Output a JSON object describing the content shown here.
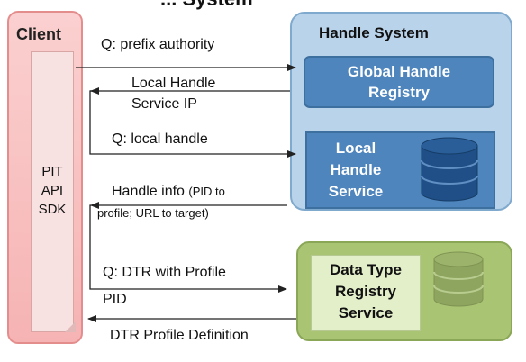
{
  "title": "... System",
  "client": {
    "title": "Client",
    "lines": [
      "PIT",
      "API",
      "SDK"
    ]
  },
  "handle_system": {
    "title": "Handle System",
    "global_registry": {
      "line1": "Global Handle",
      "line2": "Registry"
    },
    "local_service": {
      "line1": "Local",
      "line2": "Handle",
      "line3": "Service"
    },
    "database_icon": "database-icon"
  },
  "dtr": {
    "line1": "Data Type",
    "line2": "Registry",
    "line3": "Service",
    "database_icon": "database-icon"
  },
  "messages": {
    "q_prefix": "Q: prefix authority",
    "local_ip_line1": "Local Handle",
    "local_ip_line2": "Service IP",
    "q_local": "Q: local handle",
    "handle_info_main": "Handle info",
    "handle_info_paren1": "(PID to",
    "handle_info_paren2": "profile; URL to target)",
    "q_dtr_line1": "Q: DTR with Profile",
    "q_dtr_line2": "PID",
    "dtr_def": "DTR Profile Definition"
  },
  "colors": {
    "client_fill": "#f6b3b3",
    "handle_system_fill": "#b9d3ea",
    "service_fill": "#4f85bd",
    "dtr_outer_fill": "#a9c473",
    "dtr_inner_fill": "#e3efc9"
  }
}
